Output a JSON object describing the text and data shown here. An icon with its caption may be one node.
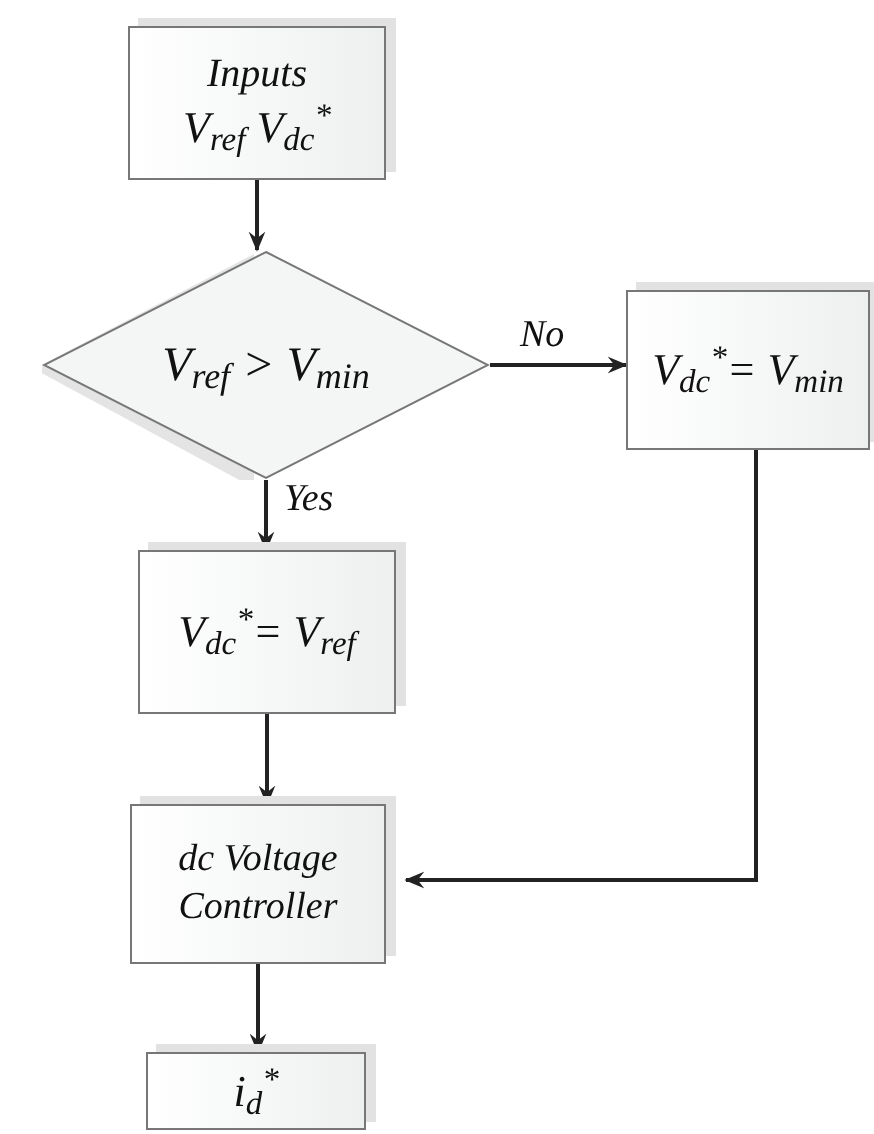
{
  "diagram": {
    "nodes": [
      {
        "text": [
          "Inputs",
          "V$_{ref}$ V$_{dc}$$^{*}$"
        ]
      },
      {
        "text": [
          "V$_{ref}$ > V$_{min}$"
        ]
      },
      {
        "text": [
          "V$_{dc}$$^{*}$= V$_{min}$"
        ]
      },
      {
        "text": [
          "V$_{dc}$$^{*}$= V$_{ref}$"
        ]
      },
      {
        "text": [
          "dc Voltage Controller"
        ]
      },
      {
        "text": [
          "i$_{d}$$^{*}$"
        ]
      }
    ],
    "edges": [
      {
        "from": 0,
        "to": 1,
        "arrow": "to"
      },
      {
        "from": 1,
        "to": 2,
        "arrow": "to",
        "label": "No"
      },
      {
        "from": 1,
        "to": 3,
        "arrow": "to",
        "label": "Yes"
      },
      {
        "from": 3,
        "to": 4,
        "arrow": "to"
      },
      {
        "from": 2,
        "to": 4,
        "arrow": "to"
      },
      {
        "from": 4,
        "to": 5,
        "arrow": "to"
      }
    ]
  }
}
